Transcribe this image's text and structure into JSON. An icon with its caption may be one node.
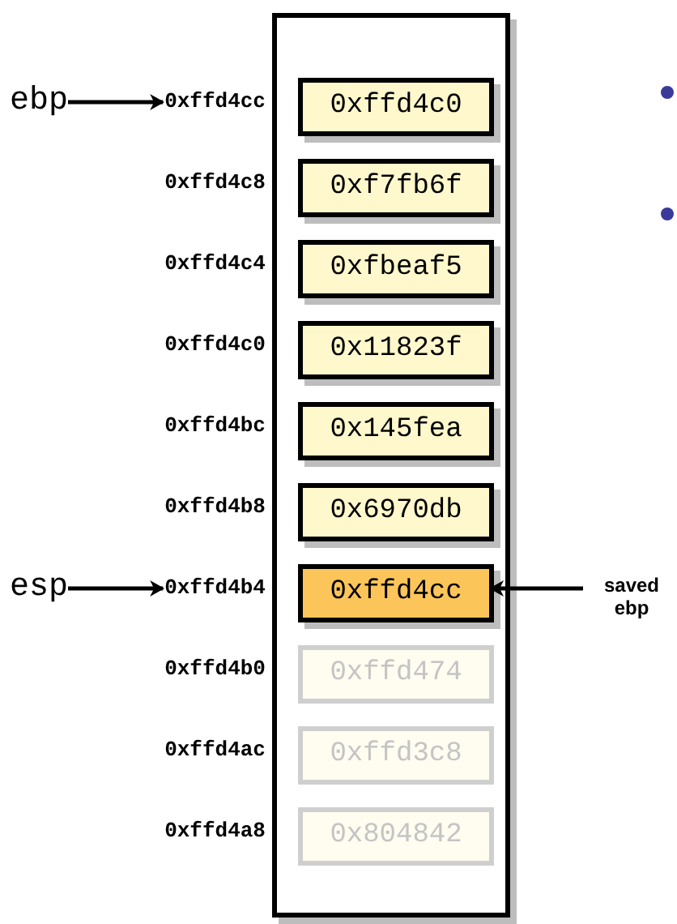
{
  "diagram": {
    "nodes": [
      {
        "text": [],
        "shape": "box"
      },
      {
        "text": [
          "0xffd4c0"
        ],
        "in": 0
      },
      {
        "text": [
          "0xf7fb6f"
        ],
        "in": 0
      },
      {
        "text": [
          "0xfbeaf5"
        ],
        "in": 0
      },
      {
        "text": [
          "0x11823f"
        ],
        "in": 0
      },
      {
        "text": [
          "0x145fea"
        ],
        "in": 0
      },
      {
        "text": [
          "0x6970db"
        ],
        "in": 0
      },
      {
        "text": [
          "0xffd4cc"
        ],
        "in": 0
      },
      {
        "text": [
          "0xffd474"
        ],
        "in": 0
      },
      {
        "text": [
          "0xffd3c8"
        ],
        "in": 0
      },
      {
        "text": [
          "0x804842"
        ],
        "in": 0
      },
      {
        "text": [
          "0xffd4cc"
        ]
      },
      {
        "text": [
          "0xffd4c8"
        ]
      },
      {
        "text": [
          "0xffd4c4"
        ]
      },
      {
        "text": [
          "0xffd4c0"
        ]
      },
      {
        "text": [
          "0xffd4bc"
        ]
      },
      {
        "text": [
          "0xffd4b8"
        ]
      },
      {
        "text": [
          "0xffd4b4"
        ]
      },
      {
        "text": [
          "0xffd4b0"
        ]
      },
      {
        "text": [
          "0xffd4ac"
        ]
      },
      {
        "text": [
          "0xffd4a8"
        ]
      },
      {
        "text": [
          "ebp"
        ]
      },
      {
        "text": [
          "esp"
        ]
      },
      {
        "text": [
          "saved ebp"
        ]
      }
    ],
    "edges": [
      {
        "from": 21,
        "to": 11,
        "arrow": "to"
      },
      {
        "from": 22,
        "to": 17,
        "arrow": "to"
      },
      {
        "from": 23,
        "to": 7,
        "arrow": "to"
      }
    ]
  }
}
